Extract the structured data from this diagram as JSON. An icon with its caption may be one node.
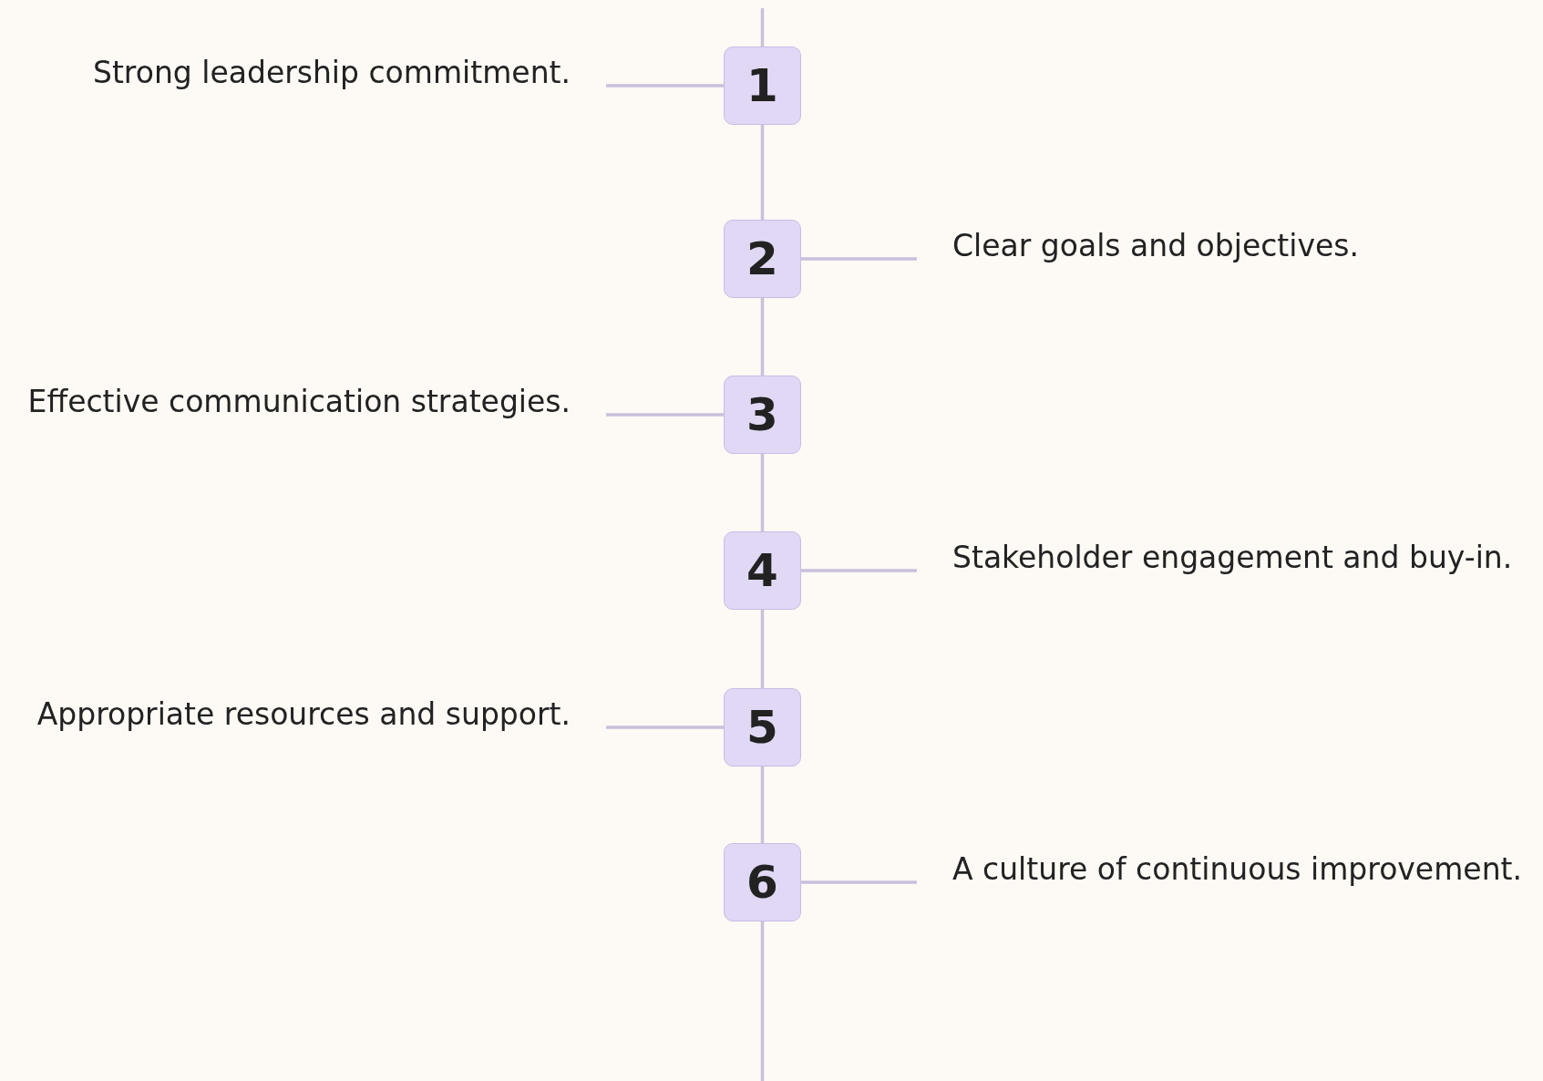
{
  "diagram": {
    "nodes": [
      {
        "text": [
          "Strong leadership commitment."
        ]
      },
      {
        "text": [
          "1"
        ]
      },
      {
        "text": [
          "2"
        ]
      },
      {
        "text": [
          "Clear goals and objectives."
        ]
      },
      {
        "text": [
          "Effective communication strategies."
        ]
      },
      {
        "text": [
          "3"
        ]
      },
      {
        "text": [
          "4"
        ]
      },
      {
        "text": [
          "Stakeholder engagement and buy-in."
        ]
      },
      {
        "text": [
          "Appropriate resources and support."
        ]
      },
      {
        "text": [
          "5"
        ]
      },
      {
        "text": [
          "6"
        ]
      },
      {
        "text": [
          "A culture of continuous improvement."
        ]
      }
    ],
    "edges": [
      {
        "from": null,
        "to": 1,
        "arrow": "none"
      },
      {
        "from": 1,
        "to": 2,
        "arrow": "none"
      },
      {
        "from": 2,
        "to": 5,
        "arrow": "none"
      },
      {
        "from": 5,
        "to": 6,
        "arrow": "none"
      },
      {
        "from": 6,
        "to": 9,
        "arrow": "none"
      },
      {
        "from": 9,
        "to": 10,
        "arrow": "none"
      },
      {
        "from": 10,
        "to": null,
        "arrow": "none"
      },
      {
        "from": 0,
        "to": 1,
        "arrow": "none"
      },
      {
        "from": 2,
        "to": 3,
        "arrow": "none"
      },
      {
        "from": 4,
        "to": 5,
        "arrow": "none"
      },
      {
        "from": 6,
        "to": 7,
        "arrow": "none"
      },
      {
        "from": 8,
        "to": 9,
        "arrow": "none"
      },
      {
        "from": 10,
        "to": 11,
        "arrow": "none"
      }
    ]
  }
}
